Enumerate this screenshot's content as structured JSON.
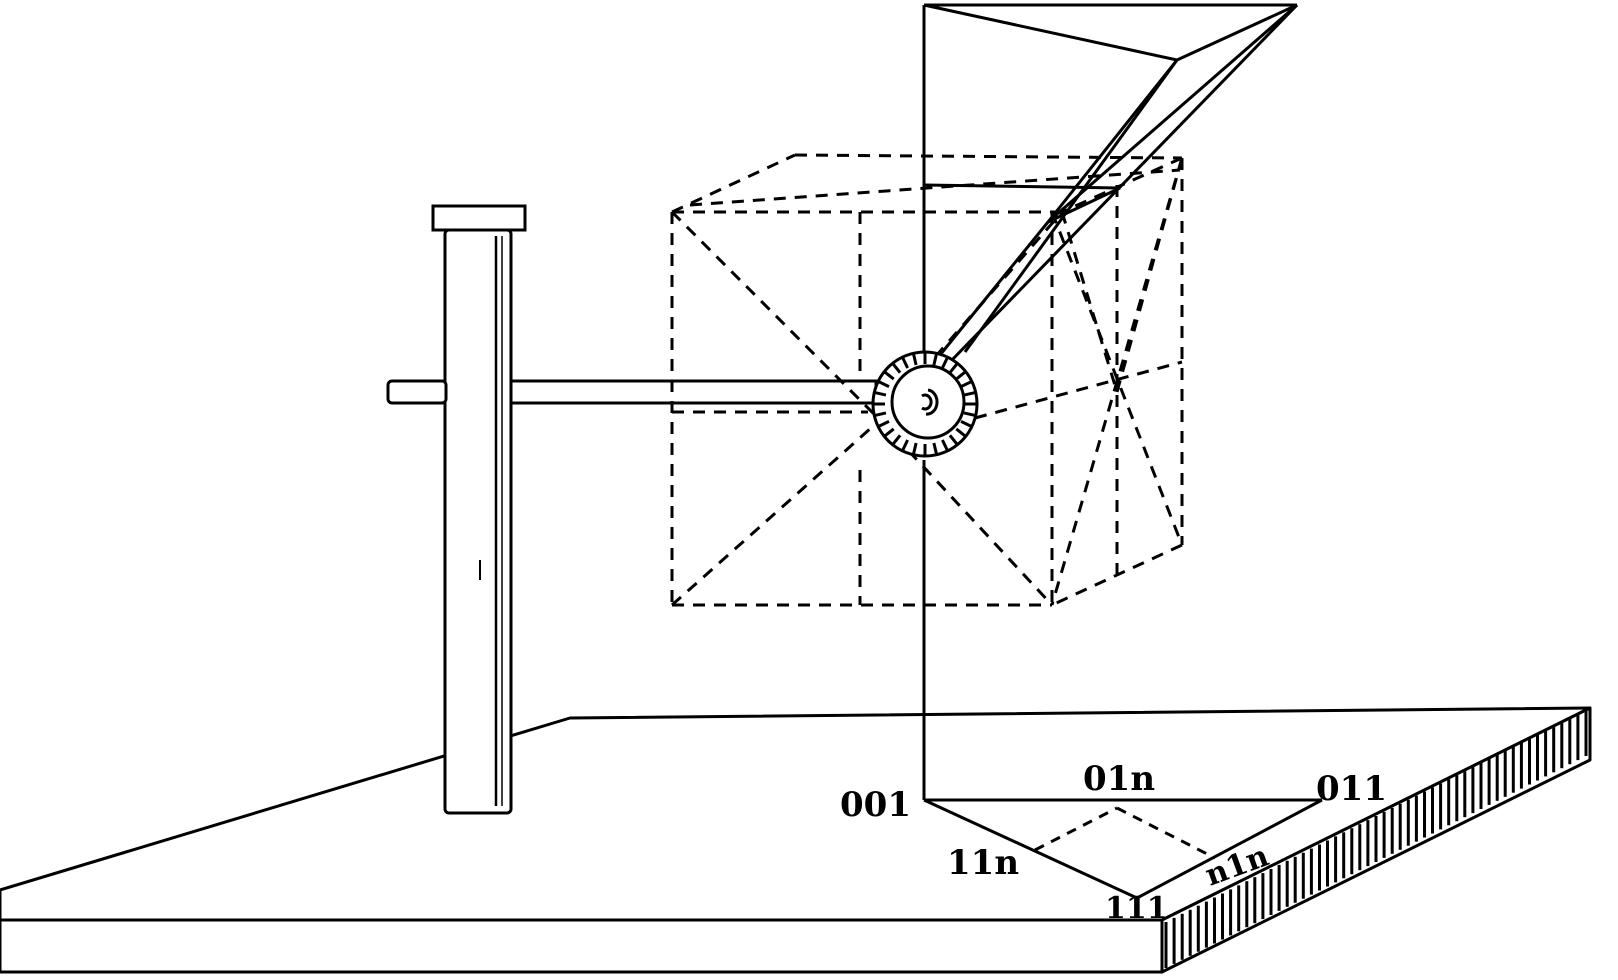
{
  "labels": {
    "l001": "001",
    "l01n": "01n",
    "l011": "011",
    "l11n": "11n",
    "ln1n": "n1n",
    "l111": "111"
  },
  "colors": {
    "ink": "#000000",
    "paper": "#ffffff"
  }
}
